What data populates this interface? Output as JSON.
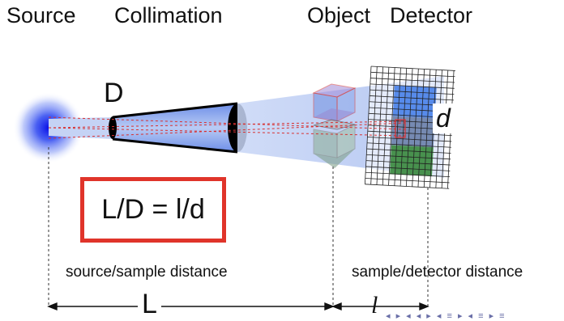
{
  "headers": {
    "source": "Source",
    "collimation": "Collimation",
    "object": "Object",
    "detector": "Detector"
  },
  "labels": {
    "aperture": "D",
    "image_size": "d",
    "formula": "L/D = l/d",
    "source_sample_distance": "source/sample distance",
    "sample_detector_distance": "sample/detector distance",
    "big_l": "L",
    "small_l": "l"
  },
  "nav_symbols": "◂ ▸ ◂ ◂ ▸ ◂ ≡ ▸ ◂ ≡ ▸ ≡",
  "colors": {
    "source_glow": "#1020e0",
    "beam": "#a9bdf0",
    "formula_border": "#e0342a",
    "ray": "#d83030",
    "detector_grid": "#222222",
    "projection_blue": "#3a6fe0",
    "projection_green": "#3d8a3f"
  }
}
